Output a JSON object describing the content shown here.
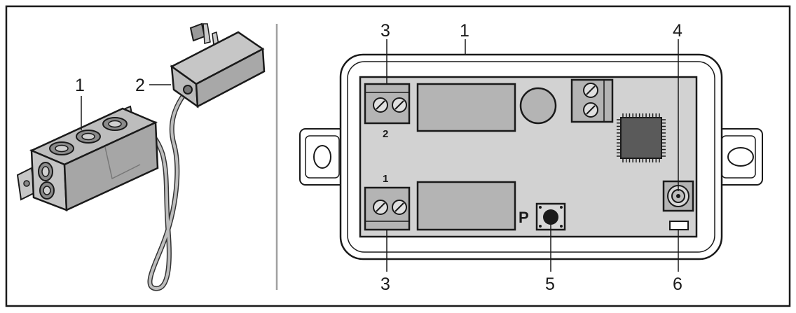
{
  "figure": {
    "left_panel": {
      "callouts": {
        "junction_box": "1",
        "adapter": "2"
      }
    },
    "right_panel": {
      "callouts": {
        "housing": "1",
        "terminal_top": "3",
        "terminal_bottom": "3",
        "antenna_socket": "4",
        "program_button": "5",
        "led": "6"
      },
      "channel_labels": {
        "channel_2": "2",
        "channel_1": "1"
      },
      "button_letter": "P"
    }
  },
  "colors": {
    "frame": "#1a1a1a",
    "device_gray": "#b4b4b4",
    "board_fill": "#d2d2d2",
    "chip_dark": "#5a5a5a",
    "divider": "#a0a0a0"
  }
}
